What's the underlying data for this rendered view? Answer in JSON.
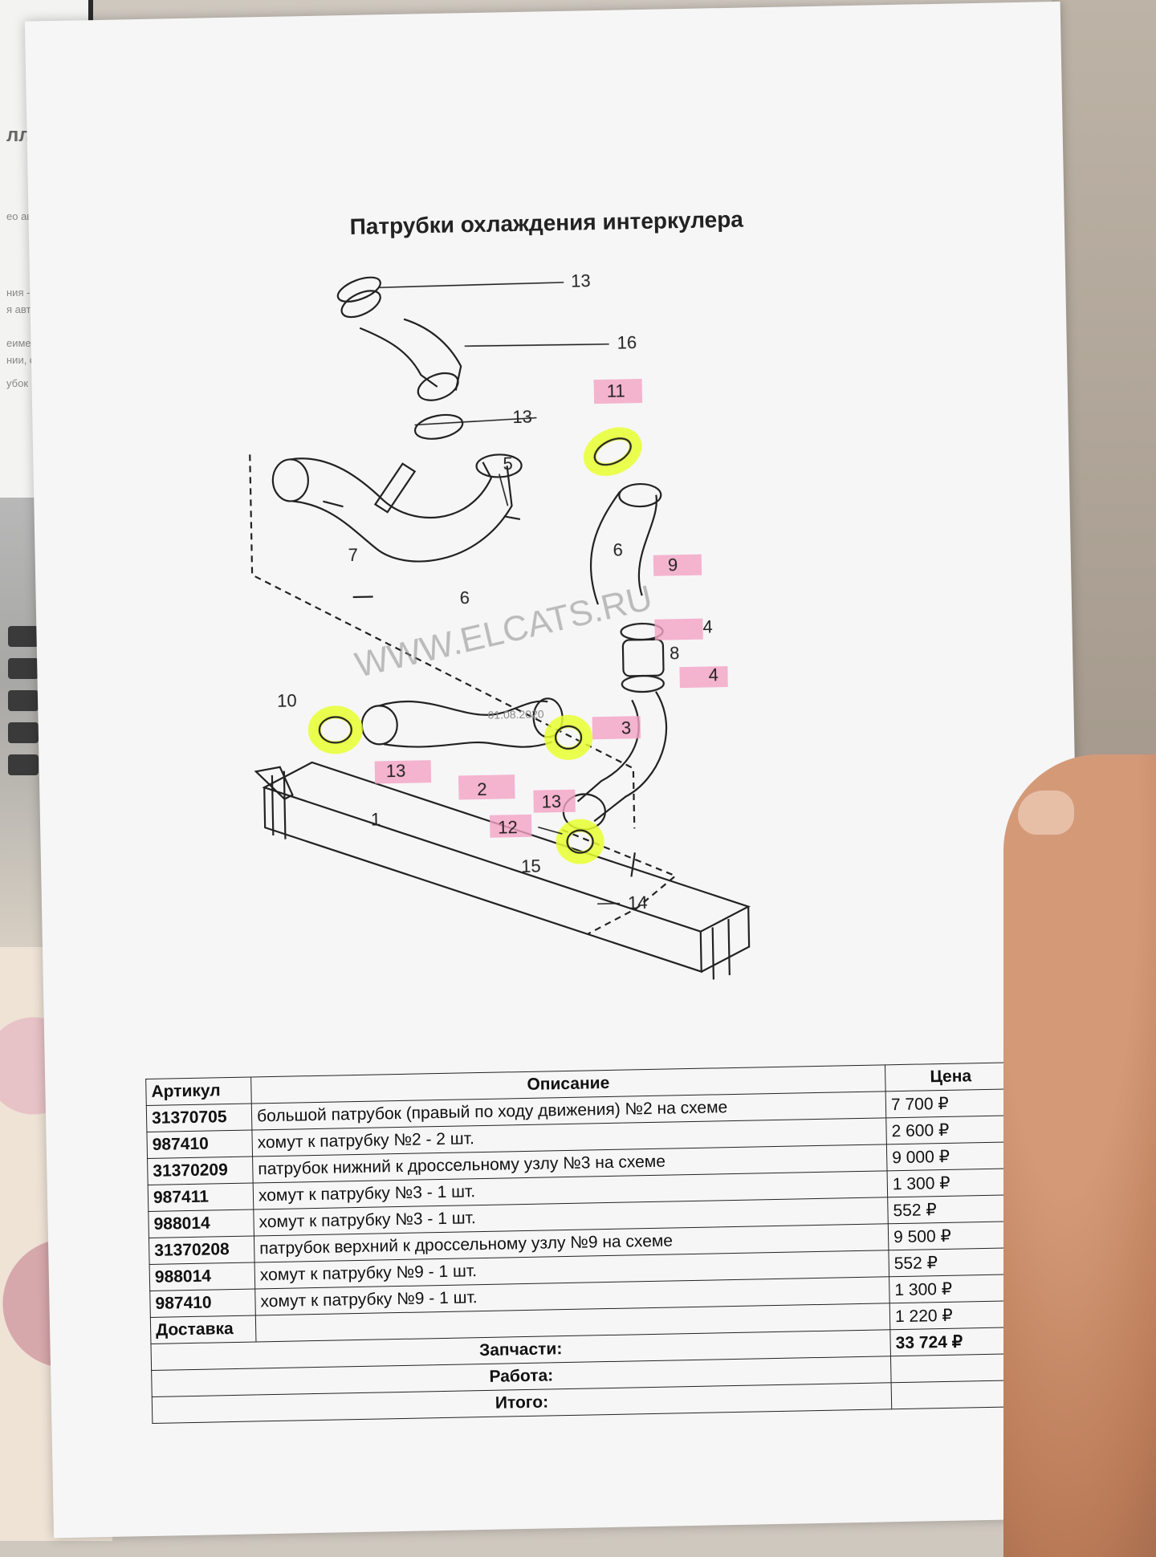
{
  "page_title": "Патрубки охлаждения интеркулера",
  "watermark": "WWW.ELCATS.RU",
  "watermark_date": "01.08.2020",
  "laptop_fragments": [
    "ллерa",
    "ео автомо",
    "ния - трубк",
    "я автомоби",
    "еименты, р",
    "нии, оставь",
    "убок"
  ],
  "diagram": {
    "callouts": [
      "1",
      "2",
      "3",
      "4",
      "4",
      "5",
      "6",
      "6",
      "7",
      "8",
      "9",
      "10",
      "11",
      "12",
      "13",
      "13",
      "13",
      "13",
      "14",
      "15",
      "16"
    ],
    "highlight_color": "#e8ff2f",
    "label_highlight_color": "#f3a2c3"
  },
  "table": {
    "headers": [
      "Артикул",
      "Описание",
      "Цена"
    ],
    "rows": [
      {
        "article": "31370705",
        "description": "большой патрубок (правый по ходу движения) №2 на схеме",
        "price": "7 700 ₽"
      },
      {
        "article": "987410",
        "description": "хомут к патрубку №2 - 2 шт.",
        "price": "2 600 ₽"
      },
      {
        "article": "31370209",
        "description": "патрубок нижний к дроссельному узлу №3 на схеме",
        "price": "9 000 ₽"
      },
      {
        "article": "987411",
        "description": "хомут к патрубку №3 - 1 шт.",
        "price": "1 300 ₽"
      },
      {
        "article": "988014",
        "description": "хомут к патрубку №3 - 1 шт.",
        "price": "552 ₽"
      },
      {
        "article": "31370208",
        "description": "патрубок верхний к дроссельному узлу  №9 на схеме",
        "price": "9 500 ₽"
      },
      {
        "article": "988014",
        "description": "хомут к патрубку №9 - 1 шт.",
        "price": "552 ₽"
      },
      {
        "article": "987410",
        "description": "хомут к патрубку №9 - 1 шт.",
        "price": "1 300 ₽"
      }
    ],
    "delivery_label": "Доставка",
    "delivery_price": "1 220 ₽",
    "parts_label": "Запчасти:",
    "parts_total": "33 724 ₽",
    "work_label": "Работа:",
    "work_total": "",
    "grand_label": "Итого:",
    "grand_total": ""
  }
}
